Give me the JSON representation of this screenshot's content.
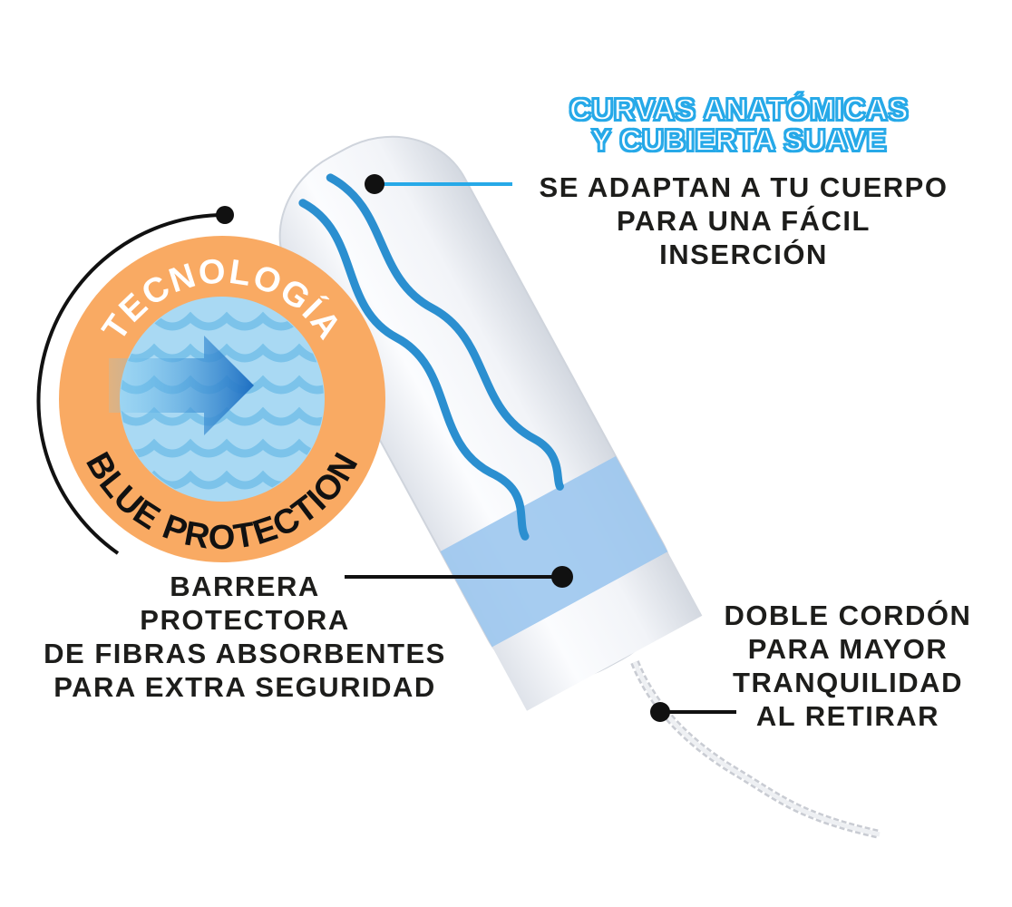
{
  "callouts": {
    "top_heading": [
      "CURVAS ANATÓMICAS",
      "Y CUBIERTA SUAVE"
    ],
    "top_text": [
      "SE ADAPTAN A TU CUERPO",
      "PARA UNA FÁCIL",
      "INSERCIÓN"
    ],
    "left_text": [
      "BARRERA",
      "PROTECTORA",
      "DE FIBRAS ABSORBENTES",
      "PARA EXTRA SEGURIDAD"
    ],
    "right_text": [
      "DOBLE CORDÓN",
      "PARA MAYOR",
      "TRANQUILIDAD",
      "AL RETIRAR"
    ]
  },
  "badge": {
    "top": "TECNOLOGÍA",
    "bottom": "BLUE PROTECTION"
  },
  "colors": {
    "accent_blue": "#27a9e8",
    "badge_orange": "#f9aa63",
    "band_blue": "#9cc7ee",
    "text": "#1d1d1b"
  }
}
